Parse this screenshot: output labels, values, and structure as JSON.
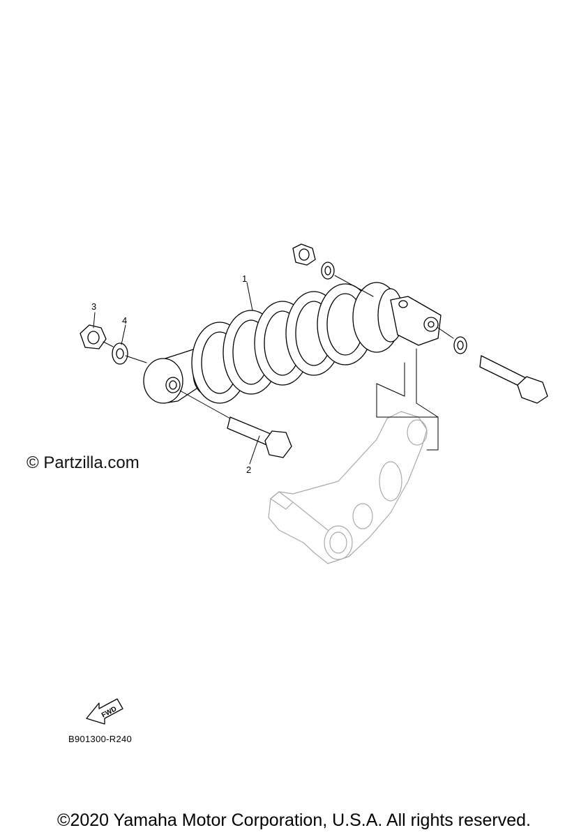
{
  "callouts": {
    "c1": "1",
    "c2": "2",
    "c3": "3",
    "c4": "4"
  },
  "watermark": "© Partzilla.com",
  "fwd_label": "FWD",
  "diagram_code": "B901300-R240",
  "copyright": "©2020 Yamaha Motor Corporation, U.S.A. All rights reserved."
}
